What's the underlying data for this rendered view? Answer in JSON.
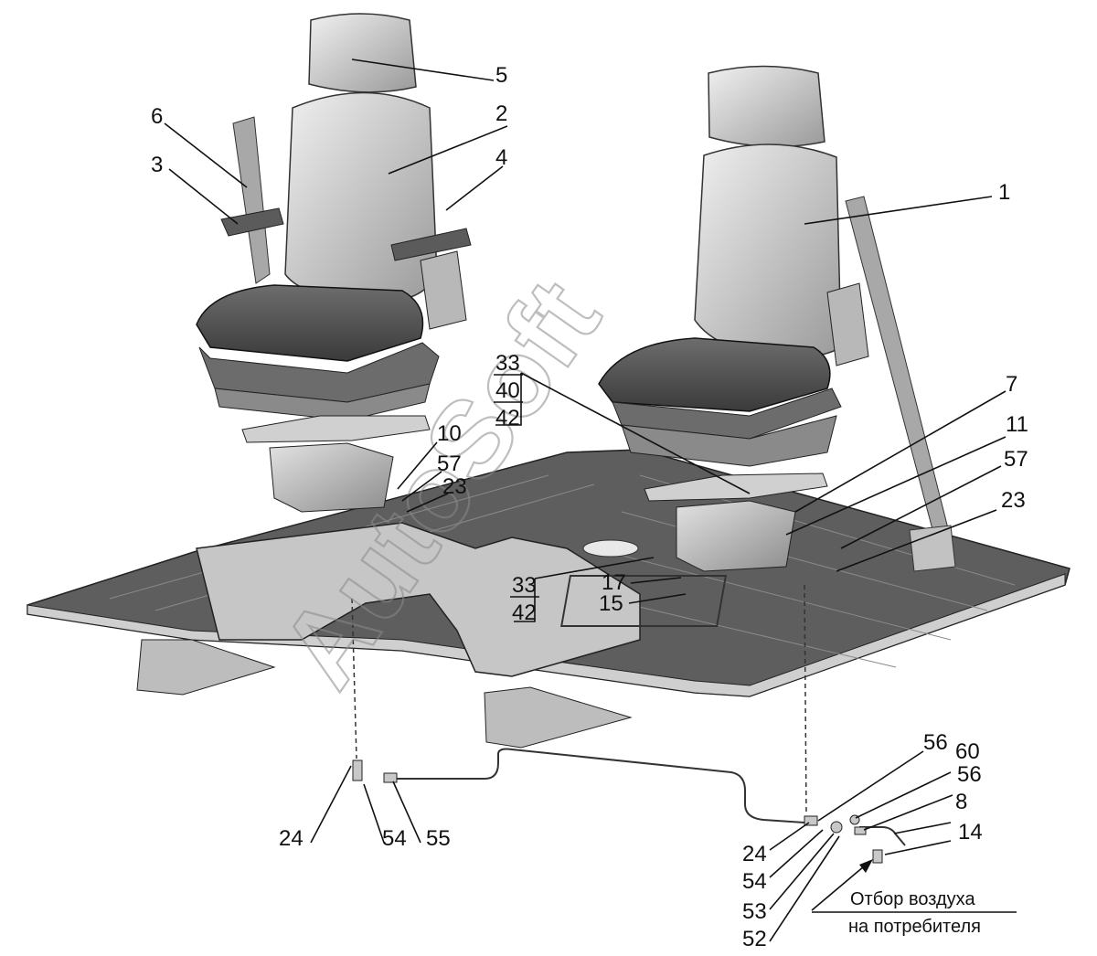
{
  "watermark": "AutoSoft",
  "callouts": {
    "c1": "1",
    "c2": "2",
    "c3": "3",
    "c4": "4",
    "c5": "5",
    "c6": "6",
    "c7": "7",
    "c8": "8",
    "c10": "10",
    "c11": "11",
    "c14": "14",
    "c15": "15",
    "c17": "17",
    "c23a": "23",
    "c23b": "23",
    "c24a": "24",
    "c24b": "24",
    "c33a": "33",
    "c40": "40",
    "c42a": "42",
    "c33b": "33",
    "c42b": "42",
    "c52": "52",
    "c53": "53",
    "c54a": "54",
    "c54b": "54",
    "c55": "55",
    "c56a": "56",
    "c56b": "56",
    "c57a": "57",
    "c57b": "57",
    "c60": "60"
  },
  "note": {
    "line1": "Отбор воздуха",
    "line2": "на потребителя"
  }
}
